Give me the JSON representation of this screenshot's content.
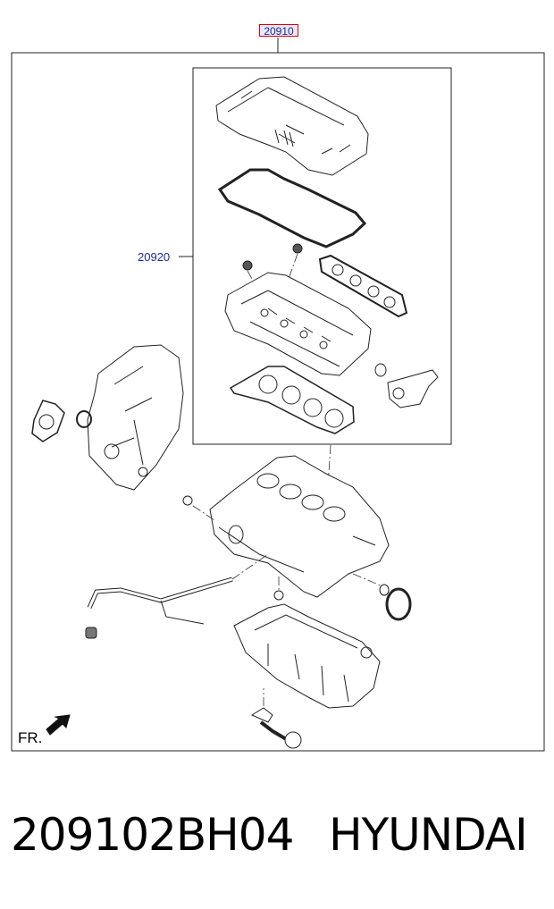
{
  "callouts": {
    "main_part": "20910",
    "sub_part": "20920"
  },
  "direction_label": "FR.",
  "caption": {
    "part_number": "209102BH04",
    "brand": "HYUNDAI"
  },
  "colors": {
    "callout_text": "#1a2a9a",
    "highlight_border": "#e00000"
  }
}
